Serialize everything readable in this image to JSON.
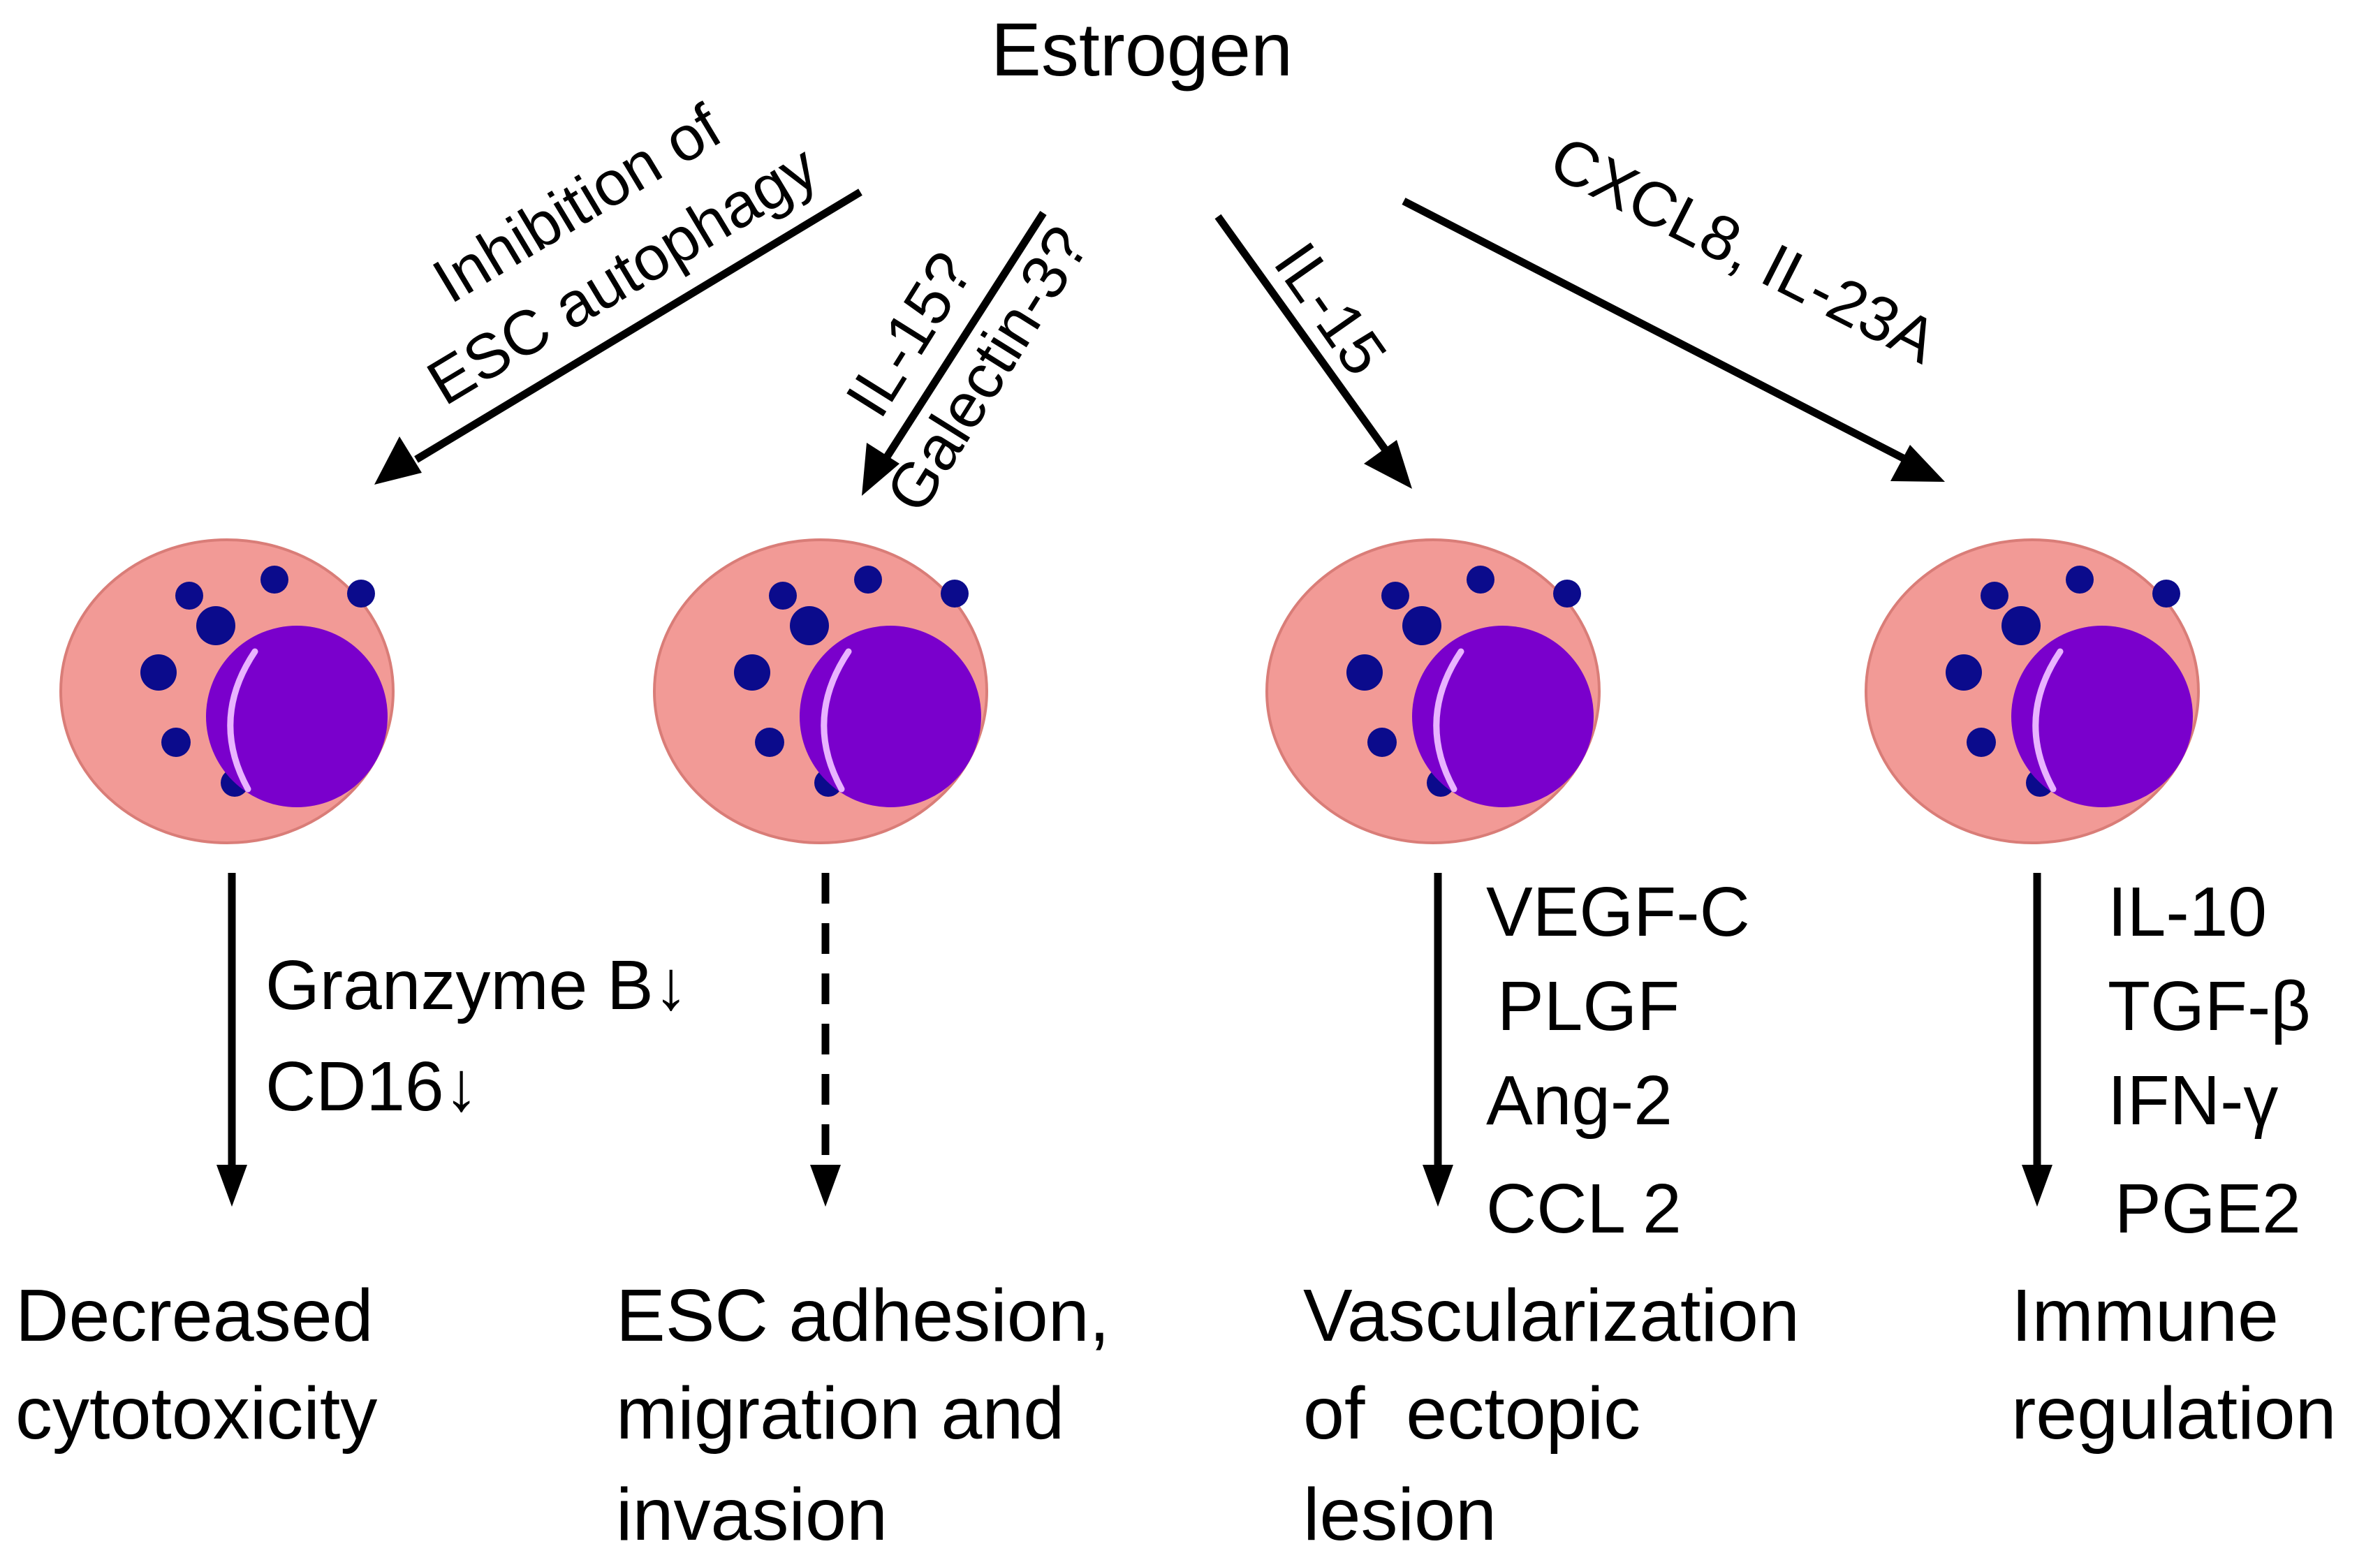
{
  "source": "Estrogen",
  "pathways": [
    {
      "input_lines": [
        "Inhibition of",
        "ESC autophagy"
      ],
      "markers": [
        "Granzyme B↓",
        "CD16↓"
      ],
      "outcome_lines": [
        "Decreased",
        "cytotoxicity"
      ],
      "effect_dashed": false
    },
    {
      "input_lines": [
        "IL-15?",
        "Galectin-3?"
      ],
      "markers": [],
      "outcome_lines": [
        "ESC adhesion,",
        "migration and",
        "invasion"
      ],
      "effect_dashed": true
    },
    {
      "input_lines": [
        "IL-15"
      ],
      "markers": [
        "VEGF-C",
        "PLGF",
        "Ang-2",
        "CCL 2"
      ],
      "outcome_lines": [
        "Vascularization",
        "of  ectopic",
        "lesion"
      ],
      "effect_dashed": false
    },
    {
      "input_lines": [
        "CXCL8, IL-23A"
      ],
      "markers": [
        "IL-10",
        "TGF-β",
        "IFN-γ",
        "PGE2"
      ],
      "outcome_lines": [
        "Immune",
        "regulation"
      ],
      "effect_dashed": false
    }
  ],
  "colors": {
    "cell_body": "#f29a96",
    "cell_outline": "#d97d78",
    "granule": "#0b0b8c",
    "nucleus": "#7a00cc",
    "nucleus_highlight": "#e9b3ff",
    "arrow": "#000000"
  }
}
